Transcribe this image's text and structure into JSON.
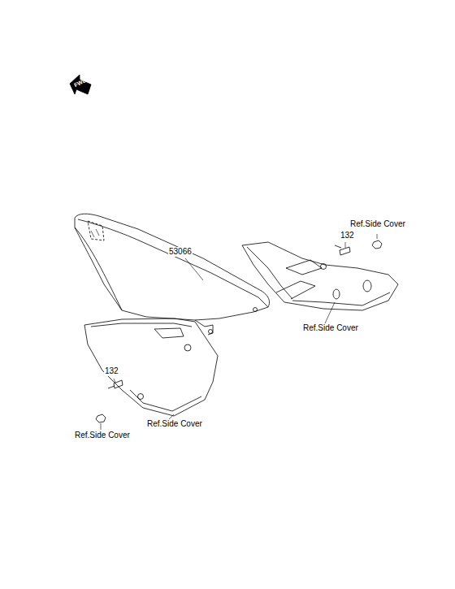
{
  "diagram": {
    "labels": [
      "FWD",
      "53066",
      "Ref.Side Cover",
      "132",
      "Ref.Side Cover",
      "132",
      "Ref.Side Cover",
      "Ref.Side Cover"
    ]
  }
}
